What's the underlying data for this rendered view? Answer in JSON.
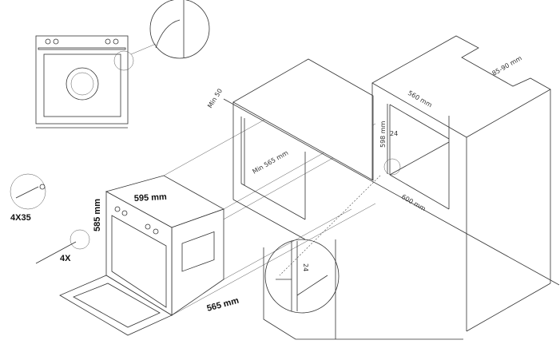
{
  "title": "Built-in oven installation diagram",
  "dimensions": {
    "min_gap": "Min 50",
    "min_depth": "Min 565 mm",
    "niche_width": "560 mm",
    "cutout": "85-90 mm",
    "niche_height": "598 mm",
    "side_thickness": "24",
    "cabinet_depth": "600 mm",
    "oven_width": "595 mm",
    "oven_height": "585 mm",
    "oven_depth": "565 mm",
    "detail_thickness": "24"
  },
  "fixings": {
    "screw_size": "4X35",
    "screw_count": "4X"
  }
}
